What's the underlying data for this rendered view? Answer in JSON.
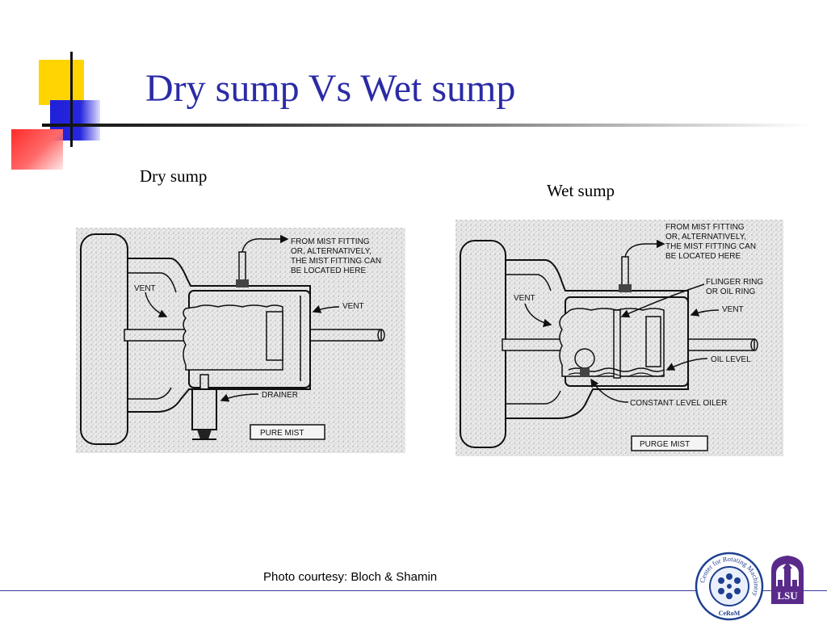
{
  "slide": {
    "title": "Dry sump Vs Wet sump",
    "dry_caption": "Dry sump",
    "wet_caption": "Wet sump",
    "credit": "Photo courtesy: Bloch & Shamin"
  },
  "dry": {
    "note_lines": [
      "FROM MIST FITTING",
      "OR, ALTERNATIVELY,",
      "THE MIST FITTING CAN",
      "BE  LOCATED HERE"
    ],
    "vent_left": "VENT",
    "vent_right": "VENT",
    "drainer": "DRAINER",
    "box_label": "PURE MIST"
  },
  "wet": {
    "note_lines": [
      "FROM MIST FITTING",
      "OR, ALTERNATIVELY,",
      "THE  MIST FITTING CAN",
      "BE  LOCATED HERE"
    ],
    "flinger_lines": [
      "FLINGER RING",
      "OR OIL RING"
    ],
    "vent_left": "VENT",
    "vent_right": "VENT",
    "oil_level": "OIL LEVEL",
    "oiler": "CONSTANT LEVEL OILER",
    "box_label": "PURGE MIST"
  },
  "logos": {
    "cerom_ring_text": "Center for Rotating Machinery",
    "cerom_name": "CeRoM",
    "lsu_text": "LSU"
  },
  "colors": {
    "title": "#2b2ba6",
    "yellow": "#ffd400",
    "blue": "#2020d8",
    "red": "#ff2a2a",
    "footer_rule": "#3a3aa0",
    "lsu_purple": "#5a2a8a"
  }
}
